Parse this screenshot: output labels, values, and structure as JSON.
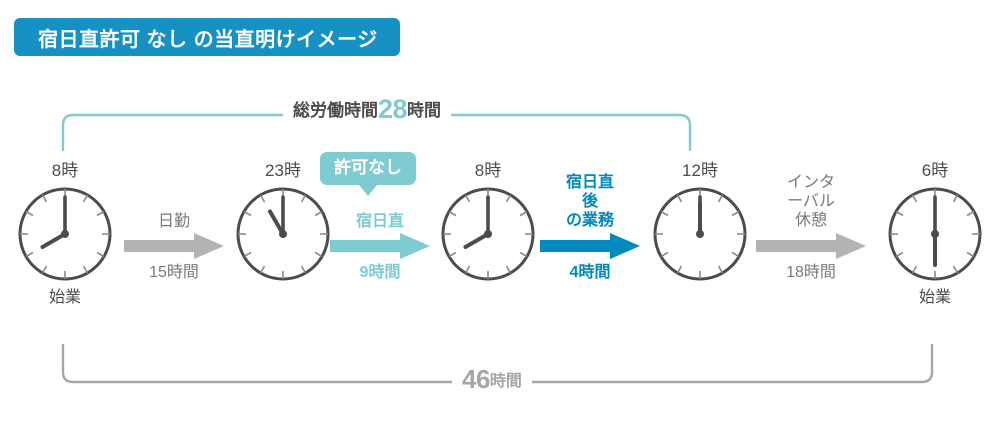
{
  "title": {
    "text": "宿日直許可 なし の当直明けイメージ",
    "background": "#1591c4",
    "color": "#ffffff"
  },
  "colors": {
    "banner_blue": "#1591c4",
    "teal": "#7ecbd2",
    "dark_blue": "#0089bd",
    "gray": "#a6a6a6",
    "text_dark": "#4c4c4c",
    "arrow_gray": "#b3b3b3"
  },
  "brackets": {
    "top": {
      "label_prefix": "総労働時間",
      "label_value": "28",
      "label_suffix": "時間",
      "color": "#7ecbd2"
    },
    "bottom": {
      "label_prefix": "",
      "label_value": "46",
      "label_suffix": "時間",
      "color": "#a6a6a6"
    }
  },
  "badge": {
    "label": "許可なし",
    "color": "#7ecbd2"
  },
  "clocks": [
    {
      "time_label": "8時",
      "caption": "始業",
      "hour": 8,
      "minute": 0
    },
    {
      "time_label": "23時",
      "caption": "",
      "hour": 11,
      "minute": 0
    },
    {
      "time_label": "8時",
      "caption": "",
      "hour": 8,
      "minute": 0
    },
    {
      "time_label": "12時",
      "caption": "",
      "hour": 12,
      "minute": 0
    },
    {
      "time_label": "6時",
      "caption": "始業",
      "hour": 6,
      "minute": 0
    }
  ],
  "arrows": [
    {
      "top_label": "日勤",
      "bottom_label": "15時間",
      "style": "gray"
    },
    {
      "top_label": "宿日直",
      "bottom_label": "9時間",
      "style": "teal"
    },
    {
      "top_label": "宿日直後\nの業務",
      "bottom_label": "4時間",
      "style": "blue"
    },
    {
      "top_label": "インターバル\n休憩",
      "bottom_label": "18時間",
      "style": "gray"
    }
  ]
}
